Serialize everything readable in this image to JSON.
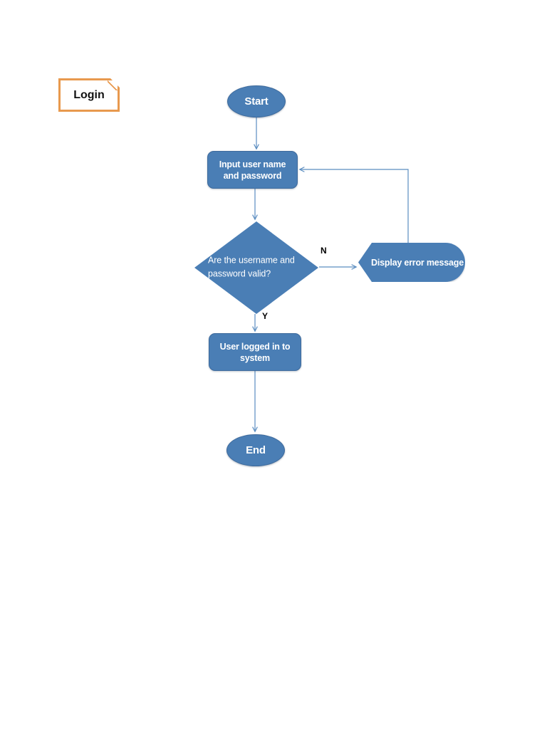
{
  "diagram": {
    "title_tag": "Login",
    "background": "#ffffff",
    "node_fill": "#4A7EB5",
    "node_stroke": "#3D6A9C",
    "tag_stroke": "#E8994E",
    "connector_color": "#5B8DC0",
    "text_color": "#ffffff",
    "nodes": {
      "start": {
        "label": "Start",
        "shape": "terminator"
      },
      "input": {
        "label": "Input user name and password",
        "shape": "process"
      },
      "decision": {
        "label": "Are the username and password valid?",
        "shape": "decision"
      },
      "error": {
        "label": "Display error message",
        "shape": "delay"
      },
      "success": {
        "label": "User logged in to system",
        "shape": "process"
      },
      "end": {
        "label": "End",
        "shape": "terminator"
      }
    },
    "branch_labels": {
      "no": "N",
      "yes": "Y"
    }
  }
}
